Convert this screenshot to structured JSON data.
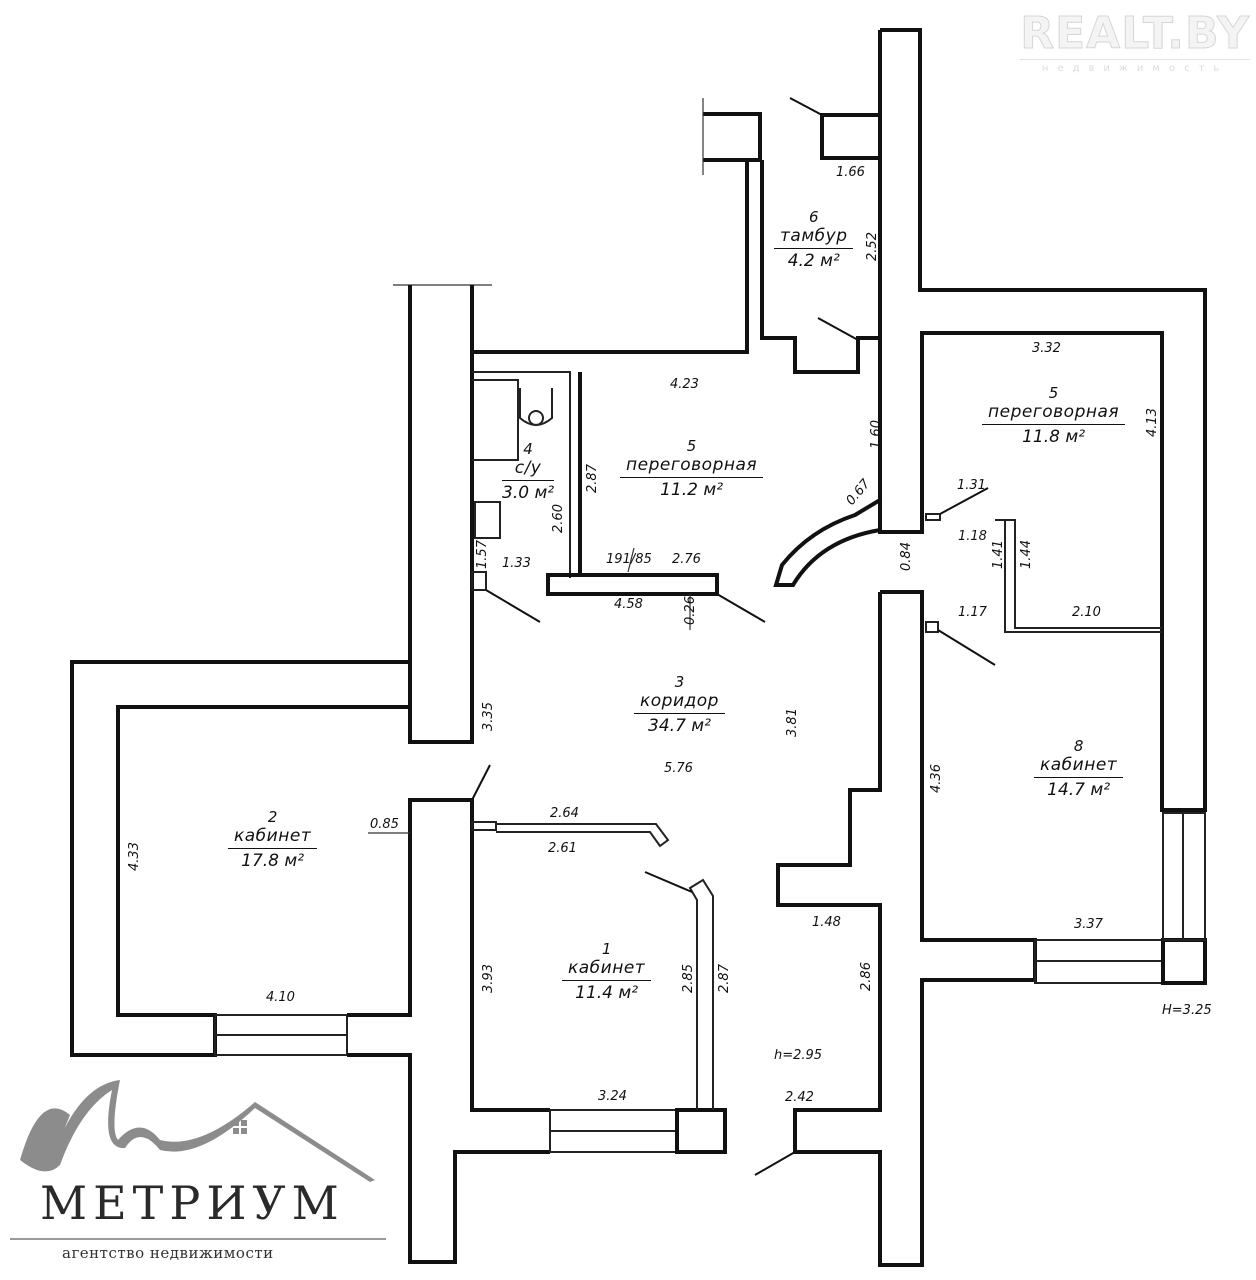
{
  "watermark": {
    "title": "REALT.BY",
    "subtitle": "недвижимость"
  },
  "logo": {
    "brand": "МЕТРИУМ",
    "tagline": "агентство недвижимости",
    "color": "#8c8c8c"
  },
  "rooms": [
    {
      "number": "1",
      "name": "кабинет",
      "area": "11.4 м²"
    },
    {
      "number": "2",
      "name": "кабинет",
      "area": "17.8 м²"
    },
    {
      "number": "3",
      "name": "коридор",
      "area": "34.7 м²"
    },
    {
      "number": "4",
      "name": "с/у",
      "area": "3.0 м²"
    },
    {
      "number": "5",
      "name": "переговорная",
      "area": "11.2 м²"
    },
    {
      "number": "5",
      "name": "переговорная",
      "area": "11.8 м²"
    },
    {
      "number": "6",
      "name": "тамбур",
      "area": "4.2 м²"
    },
    {
      "number": "8",
      "name": "кабинет",
      "area": "14.7 м²"
    }
  ],
  "dimensions": {
    "d166": "1.66",
    "d252": "2.52",
    "d423": "4.23",
    "d287a": "2.87",
    "d260": "2.60",
    "d157": "1.57",
    "d133": "1.33",
    "d276": "2.76",
    "d458": "4.58",
    "d026": "0.26",
    "d160": "1.60",
    "d067": "0.67",
    "d084": "0.84",
    "d332": "3.32",
    "d413": "4.13",
    "d131": "1.31",
    "d118": "1.18",
    "d141": "1.41",
    "d144": "1.44",
    "d117": "1.17",
    "d210": "2.10",
    "d335": "3.35",
    "d381": "3.81",
    "d576": "5.76",
    "d264": "2.64",
    "d261": "2.61",
    "d085": "0.85",
    "d433": "4.33",
    "d410": "4.10",
    "d393": "3.93",
    "d285": "2.85",
    "d287b": "2.87",
    "d324": "3.24",
    "d148": "1.48",
    "d286": "2.86",
    "d242": "2.42",
    "d436": "4.36",
    "d337": "3.37"
  },
  "annotations": {
    "inventory_mark": "191/85",
    "ceiling_height_corridor": "h=2.95",
    "ceiling_height_main": "H=3.25"
  }
}
